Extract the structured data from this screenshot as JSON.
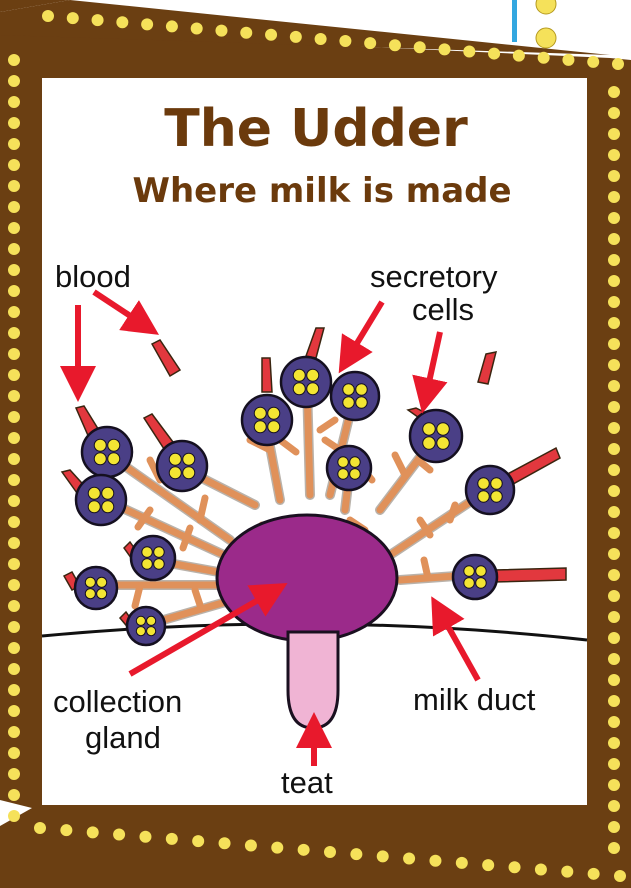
{
  "title": "The Udder",
  "subtitle": "Where milk is made",
  "labels": {
    "blood": "blood",
    "secretory_line1": "secretory",
    "secretory_line2": "cells",
    "collection_line1": "collection",
    "collection_line2": "gland",
    "milk_duct": "milk duct",
    "teat": "teat"
  },
  "colors": {
    "frame": "#6b3f12",
    "dots": "#f5e15a",
    "title": "#6b3a0c",
    "arrow": "#e8192c",
    "gland": "#9b2a8a",
    "teat": "#f0b4d4",
    "cell_ring": "#4a3f86",
    "cell_fill": "#f3e533",
    "duct": "#e0915a",
    "vessel": "#e2383e",
    "background_accent": "#33a7e0"
  }
}
